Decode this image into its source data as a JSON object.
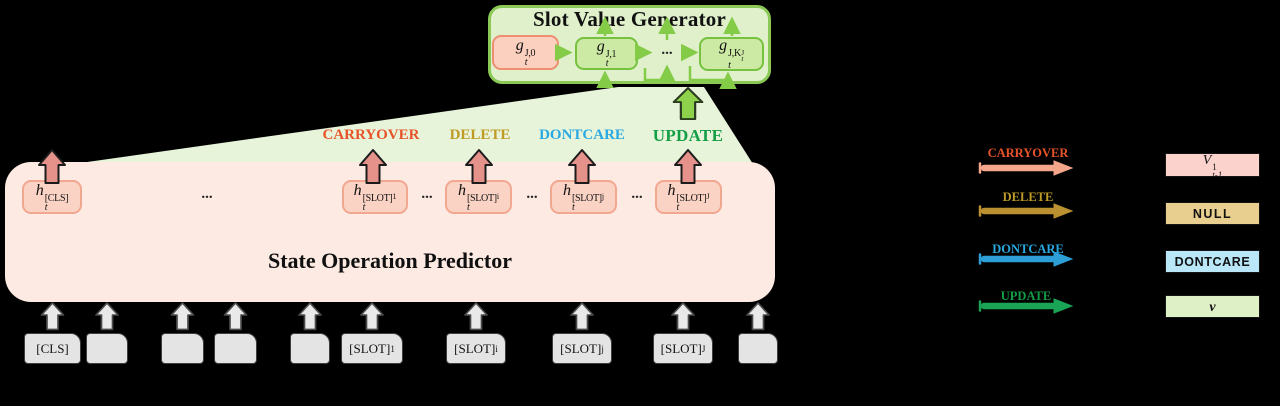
{
  "background_color": "#000000",
  "generator": {
    "title": "Slot Value Generator",
    "dots": "...",
    "cells": [
      {
        "base": "g",
        "sub": "t",
        "sup": "J,0"
      },
      {
        "base": "g",
        "sub": "t",
        "sup": "J,1"
      },
      {
        "base": "g",
        "sub": "t",
        "sup": "J,K",
        "k_sup": "J",
        "k_sub": "t"
      }
    ],
    "box_bg": "#dff0cb",
    "box_border": "#8bc957",
    "cell_green_bg": "#cdeaa4",
    "cell_pink_bg": "#fbd0bf",
    "connector_color": "#84cb47"
  },
  "operations": [
    {
      "label": "CARRYOVER",
      "color": "#e8542a"
    },
    {
      "label": "DELETE",
      "color": "#bf9b26"
    },
    {
      "label": "DONTCARE",
      "color": "#29a9e1"
    },
    {
      "label": "UPDATE",
      "color": "#129e45"
    }
  ],
  "funnel_color": "#e7f4da",
  "update_arrow_color": "#8ed24b",
  "predictor": {
    "title": "State Operation Predictor",
    "dots": "...",
    "box_bg": "#fdeae3",
    "token_bg": "#fbd3c4",
    "arrow_color": "#e5928a",
    "tokens": [
      {
        "base": "h",
        "sub": "t",
        "sup": "[CLS]",
        "exp": ""
      },
      {
        "base": "h",
        "sub": "t",
        "sup": "[SLOT]",
        "exp": "1"
      },
      {
        "base": "h",
        "sub": "t",
        "sup": "[SLOT]",
        "exp": "i"
      },
      {
        "base": "h",
        "sub": "t",
        "sup": "[SLOT]",
        "exp": "j"
      },
      {
        "base": "h",
        "sub": "t",
        "sup": "[SLOT]",
        "exp": "J"
      }
    ]
  },
  "inputs": {
    "box_bg": "#e4e4e4",
    "arrow_color": "#e9e9e9",
    "tokens": [
      {
        "label": "[CLS]",
        "exp": ""
      },
      {
        "label": "",
        "exp": ""
      },
      {
        "label": "",
        "exp": ""
      },
      {
        "label": "",
        "exp": ""
      },
      {
        "label": "",
        "exp": ""
      },
      {
        "label": "[SLOT]",
        "exp": "1"
      },
      {
        "label": "[SLOT]",
        "exp": "i"
      },
      {
        "label": "[SLOT]",
        "exp": "j"
      },
      {
        "label": "[SLOT]",
        "exp": "J"
      },
      {
        "label": "",
        "exp": ""
      }
    ]
  },
  "legend": {
    "rows": [
      {
        "op": "CARRYOVER",
        "op_color": "#e8542a",
        "arrow_color": "#f4a68b",
        "box_bg": "#fbd2cc",
        "value_base": "V",
        "value_sup": "1",
        "value_sub": "t-1",
        "value_text": ""
      },
      {
        "op": "DELETE",
        "op_color": "#bf9b26",
        "arrow_color": "#bb9030",
        "box_bg": "#e8cf90",
        "value_text": "NULL"
      },
      {
        "op": "DONTCARE",
        "op_color": "#29a9e1",
        "arrow_color": "#2d9fd6",
        "box_bg": "#b9e7f8",
        "value_text": "DONTCARE"
      },
      {
        "op": "UPDATE",
        "op_color": "#129e45",
        "arrow_color": "#19a456",
        "box_bg": "#def0c6",
        "value_base": "v",
        "value_text": ""
      }
    ]
  }
}
